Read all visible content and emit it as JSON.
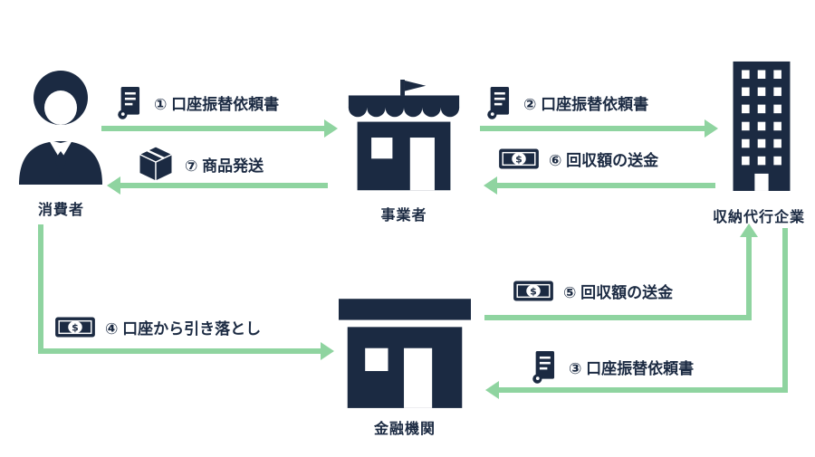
{
  "nodes": {
    "consumer": {
      "label": "消費者"
    },
    "business": {
      "label": "事業者"
    },
    "agency": {
      "label": "収納代行企業"
    },
    "bank": {
      "label": "金融機関"
    }
  },
  "flows": {
    "f1": {
      "label": "① 口座振替依頼書",
      "icon": "document-icon"
    },
    "f2": {
      "label": "② 口座振替依頼書",
      "icon": "document-icon"
    },
    "f3": {
      "label": "③ 口座振替依頼書",
      "icon": "document-icon"
    },
    "f4": {
      "label": "④ 口座から引き落とし",
      "icon": "money-icon"
    },
    "f5": {
      "label": "⑤ 回収額の送金",
      "icon": "money-icon"
    },
    "f6": {
      "label": "⑥ 回収額の送金",
      "icon": "money-icon"
    },
    "f7": {
      "label": "⑦ 商品発送",
      "icon": "package-icon"
    }
  },
  "icons": {
    "money_symbol": "$"
  },
  "colors": {
    "ink": "#1b2a42",
    "arrow_green": "#8fd4a0",
    "background": "#ffffff"
  }
}
